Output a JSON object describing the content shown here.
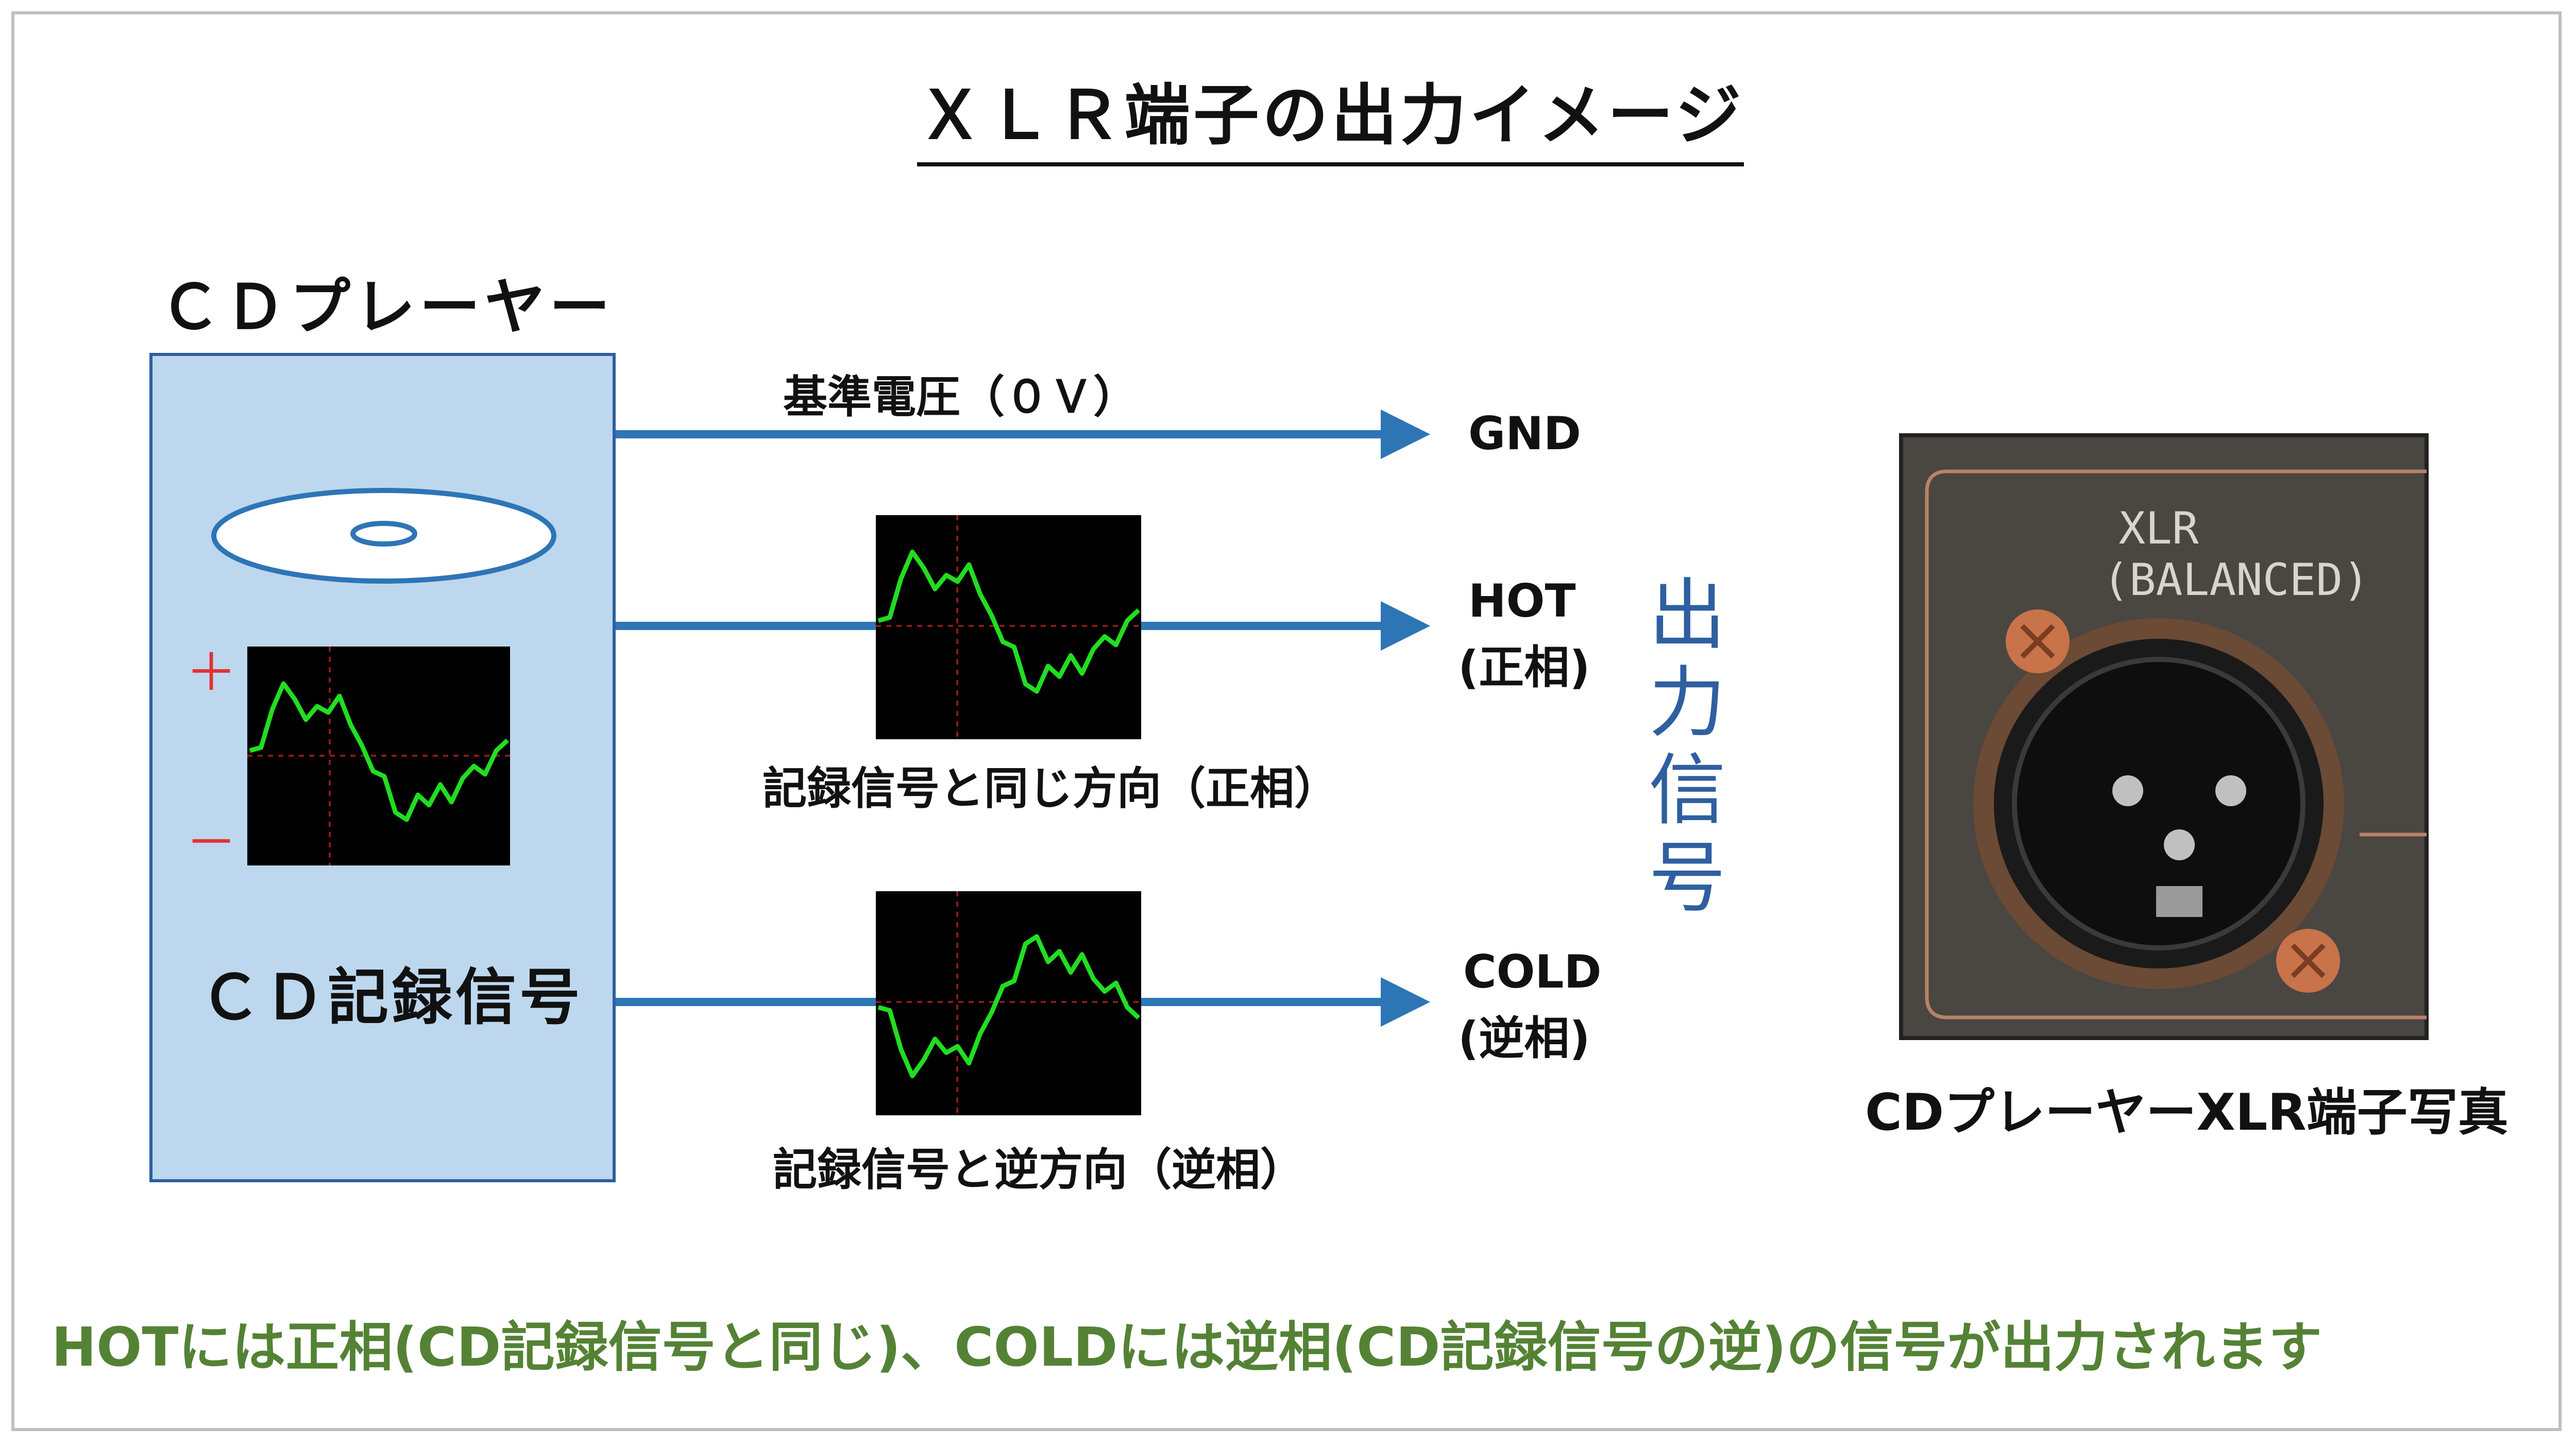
{
  "title": "ＸＬＲ端子の出力イメージ",
  "player": {
    "label": "ＣＤプレーヤー",
    "plus_sign": "＋",
    "minus_sign": "－",
    "signal_label": "ＣＤ記録信号"
  },
  "lines": {
    "ref_label": "基準電圧（０Ｖ）",
    "hot_desc": "記録信号と同じ方向（正相）",
    "cold_desc": "記録信号と逆方向（逆相）"
  },
  "terminals": {
    "gnd": "GND",
    "hot": "HOT",
    "hot_phase": "(正相)",
    "cold": "COLD",
    "cold_phase": "(逆相)"
  },
  "output_label": "出力信号",
  "photo": {
    "panel_text_line1": "XLR",
    "panel_text_line2": "(BALANCED)",
    "caption": "CDプレーヤーXLR端子写真"
  },
  "note": "HOTには正相(CD記録信号と同じ)、COLDには逆相(CD記録信号の逆)の信号が出力されます",
  "colors": {
    "panel_fill": "#bdd7ee",
    "arrow_blue": "#2e75b6",
    "wave_green": "#22dd22",
    "scope_bg": "#000000",
    "note_green": "#548235",
    "output_label_blue": "#2e5fa0"
  },
  "waveform": {
    "samples": [
      0.05,
      0.08,
      0.45,
      0.7,
      0.55,
      0.35,
      0.48,
      0.42,
      0.58,
      0.3,
      0.1,
      -0.15,
      -0.2,
      -0.55,
      -0.62,
      -0.38,
      -0.48,
      -0.28,
      -0.45,
      -0.22,
      -0.1,
      -0.18,
      0.05,
      0.15
    ]
  }
}
